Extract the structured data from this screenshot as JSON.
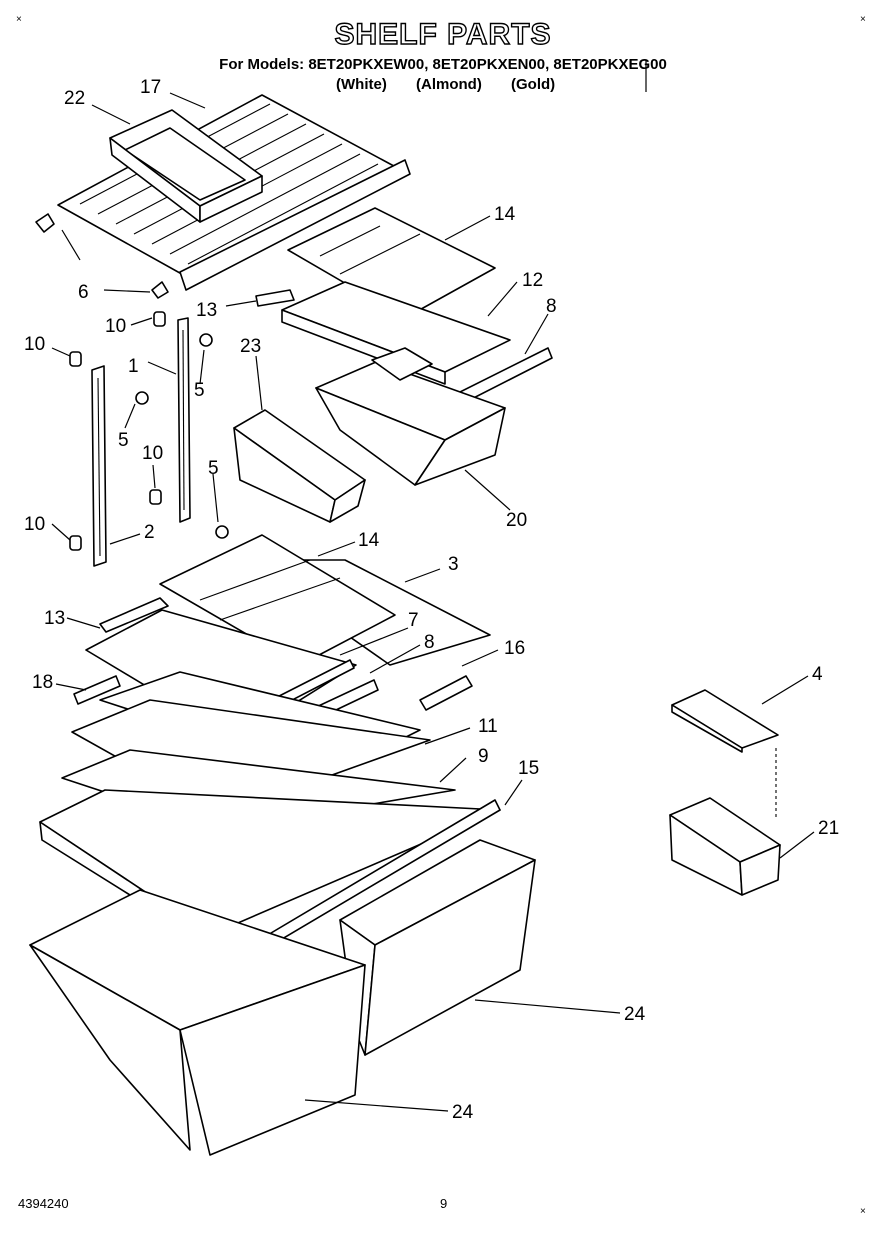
{
  "header": {
    "title": "SHELF PARTS",
    "models": "For Models: 8ET20PKXEW00, 8ET20PKXEN00, 8ET20PKXEG00",
    "colors": [
      "(White)",
      "(Almond)",
      "(Gold)"
    ]
  },
  "footer": {
    "doc_number": "4394240",
    "page_number": "9"
  },
  "parts": {
    "p1": "1",
    "p2": "2",
    "p3": "3",
    "p4": "4",
    "p5a": "5",
    "p5b": "5",
    "p5c": "5",
    "p6": "6",
    "p7": "7",
    "p8a": "8",
    "p8b": "8",
    "p9": "9",
    "p10a": "10",
    "p10b": "10",
    "p10c": "10",
    "p10d": "10",
    "p11": "11",
    "p12": "12",
    "p13a": "13",
    "p13b": "13",
    "p14a": "14",
    "p14b": "14",
    "p15": "15",
    "p16": "16",
    "p17": "17",
    "p18": "18",
    "p20": "20",
    "p21": "21",
    "p22": "22",
    "p23": "23",
    "p24a": "24",
    "p24b": "24"
  }
}
